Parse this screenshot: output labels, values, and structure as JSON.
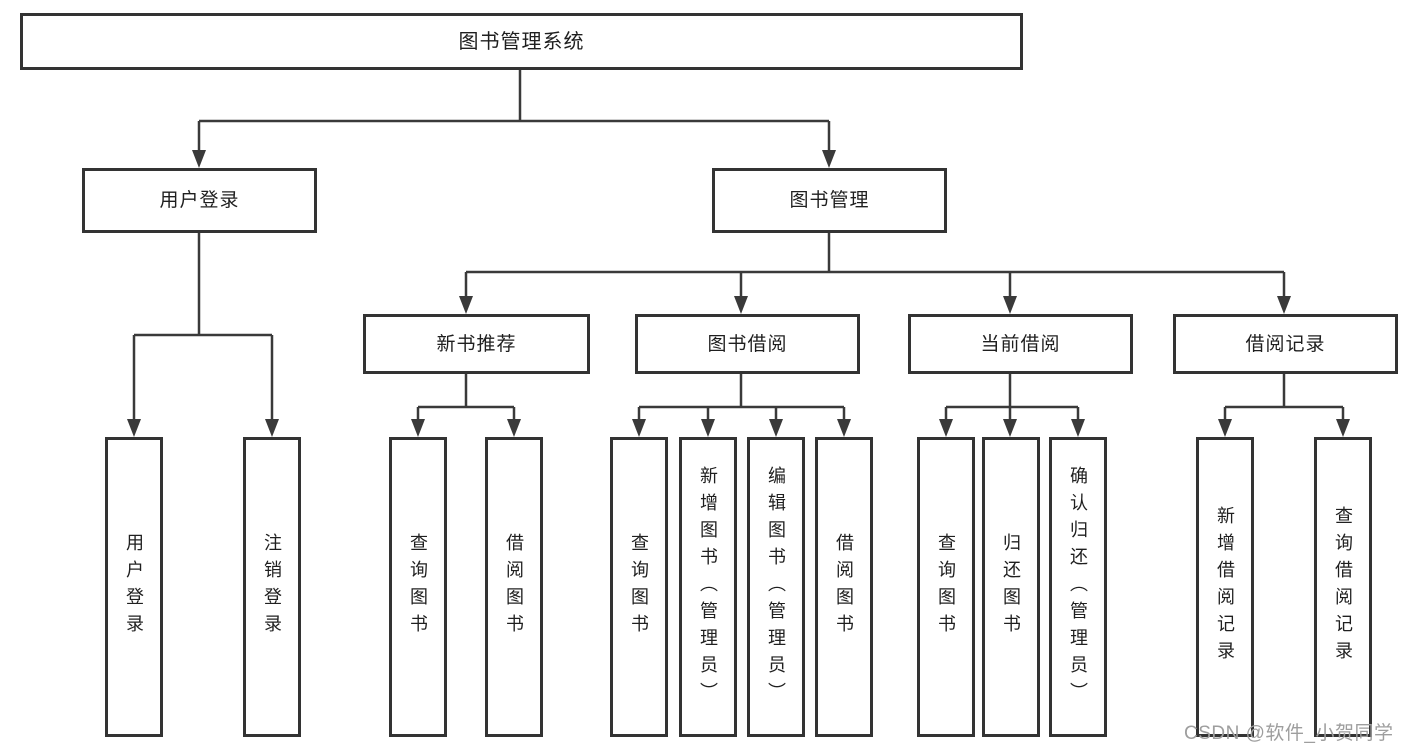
{
  "diagram": {
    "root": {
      "label": "图书管理系统"
    },
    "level2": [
      {
        "id": "user-login",
        "label": "用户登录"
      },
      {
        "id": "book-management",
        "label": "图书管理"
      }
    ],
    "level3": [
      {
        "id": "new-book-recommend",
        "label": "新书推荐"
      },
      {
        "id": "book-borrow",
        "label": "图书借阅"
      },
      {
        "id": "current-borrow",
        "label": "当前借阅"
      },
      {
        "id": "borrow-records",
        "label": "借阅记录"
      }
    ],
    "leaves": [
      {
        "label": "用户登录"
      },
      {
        "label": "注销登录"
      },
      {
        "label": "查询图书"
      },
      {
        "label": "借阅图书"
      },
      {
        "label": "查询图书"
      },
      {
        "label": "新增图书（管理员）"
      },
      {
        "label": "编辑图书（管理员）"
      },
      {
        "label": "借阅图书"
      },
      {
        "label": "查询图书"
      },
      {
        "label": "归还图书"
      },
      {
        "label": "确认归还（管理员）"
      },
      {
        "label": "新增借阅记录"
      },
      {
        "label": "查询借阅记录"
      }
    ]
  },
  "watermark": "CSDN @软件_小贺同学",
  "colors": {
    "line": "#3a3a3a",
    "box_border": "#333333",
    "text": "#1f1f1f",
    "watermark": "#9e9e9e",
    "background": "#ffffff"
  }
}
